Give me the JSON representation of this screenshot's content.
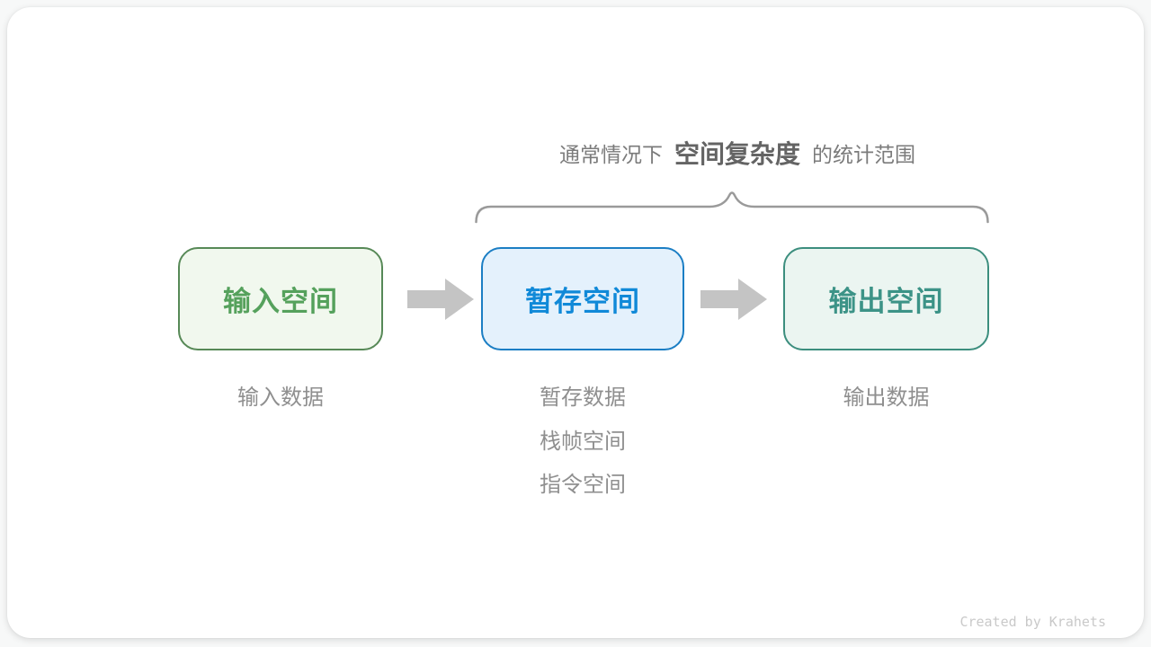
{
  "page": {
    "background_color": "#f7f8f8",
    "card_color": "#ffffff"
  },
  "annotation": {
    "prefix": "通常情况下",
    "highlight": "空间复杂度",
    "suffix": "的统计范围",
    "brace_color": "#9a9a9a"
  },
  "boxes": [
    {
      "label": "输入空间",
      "text_color": "#55a15c",
      "border_color": "#578957",
      "bg_color": "#f1f8ee",
      "sublabels": [
        "输入数据"
      ]
    },
    {
      "label": "暂存空间",
      "text_color": "#1089d8",
      "border_color": "#1b7ec4",
      "bg_color": "#e4f1fc",
      "sublabels": [
        "暂存数据",
        "栈帧空间",
        "指令空间"
      ]
    },
    {
      "label": "输出空间",
      "text_color": "#3c9387",
      "border_color": "#3c8e7e",
      "bg_color": "#ebf5f1",
      "sublabels": [
        "输出数据"
      ]
    }
  ],
  "arrows": {
    "color": "#c4c4c4"
  },
  "footer": {
    "credit": "Created by Krahets"
  }
}
